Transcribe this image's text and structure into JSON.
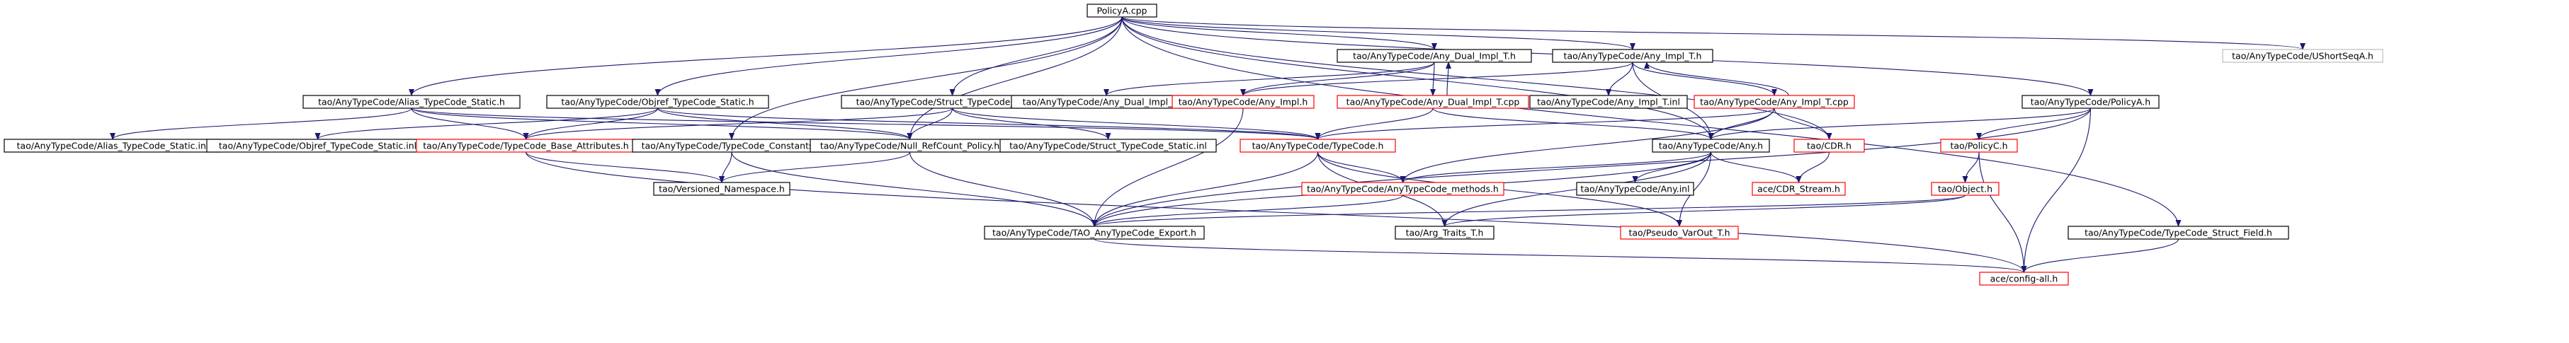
{
  "diagram": {
    "type": "include-dependency-graph",
    "colors": {
      "root_fill": "#bfbfbf",
      "root_border": "#000000",
      "normal_border": "#000000",
      "external_border": "#ff0000",
      "edge": "#191970",
      "background": "#ffffff"
    },
    "nodes": [
      {
        "id": "n0",
        "label": "PolicyA.cpp",
        "kind": "root"
      },
      {
        "id": "n1",
        "label": "tao/AnyTypeCode/Alias_TypeCode_Static.h",
        "kind": "normal"
      },
      {
        "id": "n2",
        "label": "tao/AnyTypeCode/Objref_TypeCode_Static.h",
        "kind": "normal"
      },
      {
        "id": "n3",
        "label": "tao/AnyTypeCode/Struct_TypeCode_Static.h",
        "kind": "normal"
      },
      {
        "id": "n4",
        "label": "tao/AnyTypeCode/Any_Dual_Impl_T.h",
        "kind": "normal"
      },
      {
        "id": "n5",
        "label": "tao/AnyTypeCode/Any_Impl_T.h",
        "kind": "normal"
      },
      {
        "id": "n6",
        "label": "tao/AnyTypeCode/PolicyA.h",
        "kind": "normal"
      },
      {
        "id": "n7",
        "label": "tao/AnyTypeCode/UShortSeqA.h",
        "kind": "external-gray"
      },
      {
        "id": "n8",
        "label": "tao/AnyTypeCode/Any_Dual_Impl_T.inl",
        "kind": "normal"
      },
      {
        "id": "n9",
        "label": "tao/AnyTypeCode/Any_Impl.h",
        "kind": "external"
      },
      {
        "id": "n10",
        "label": "tao/AnyTypeCode/Any_Dual_Impl_T.cpp",
        "kind": "external"
      },
      {
        "id": "n11",
        "label": "tao/AnyTypeCode/Any_Impl_T.inl",
        "kind": "normal"
      },
      {
        "id": "n12",
        "label": "tao/AnyTypeCode/Any_Impl_T.cpp",
        "kind": "external"
      },
      {
        "id": "n13",
        "label": "tao/AnyTypeCode/Alias_TypeCode_Static.inl",
        "kind": "normal"
      },
      {
        "id": "n14",
        "label": "tao/AnyTypeCode/Objref_TypeCode_Static.inl",
        "kind": "normal"
      },
      {
        "id": "n15",
        "label": "tao/AnyTypeCode/TypeCode_Base_Attributes.h",
        "kind": "external"
      },
      {
        "id": "n16",
        "label": "tao/AnyTypeCode/TypeCode_Constants.h",
        "kind": "normal"
      },
      {
        "id": "n17",
        "label": "tao/AnyTypeCode/Null_RefCount_Policy.h",
        "kind": "normal"
      },
      {
        "id": "n18",
        "label": "tao/AnyTypeCode/Struct_TypeCode_Static.inl",
        "kind": "normal"
      },
      {
        "id": "n19",
        "label": "tao/AnyTypeCode/TypeCode.h",
        "kind": "external"
      },
      {
        "id": "n20",
        "label": "tao/AnyTypeCode/Any.h",
        "kind": "normal"
      },
      {
        "id": "n21",
        "label": "tao/CDR.h",
        "kind": "external"
      },
      {
        "id": "n22",
        "label": "tao/PolicyC.h",
        "kind": "external"
      },
      {
        "id": "n23",
        "label": "tao/Versioned_Namespace.h",
        "kind": "normal"
      },
      {
        "id": "n24",
        "label": "tao/AnyTypeCode/AnyTypeCode_methods.h",
        "kind": "external"
      },
      {
        "id": "n25",
        "label": "tao/AnyTypeCode/Any.inl",
        "kind": "normal"
      },
      {
        "id": "n26",
        "label": "ace/CDR_Stream.h",
        "kind": "external"
      },
      {
        "id": "n27",
        "label": "tao/Object.h",
        "kind": "external"
      },
      {
        "id": "n28",
        "label": "tao/AnyTypeCode/TAO_AnyTypeCode_Export.h",
        "kind": "normal"
      },
      {
        "id": "n29",
        "label": "tao/Arg_Traits_T.h",
        "kind": "normal"
      },
      {
        "id": "n30",
        "label": "tao/Pseudo_VarOut_T.h",
        "kind": "external"
      },
      {
        "id": "n31",
        "label": "tao/AnyTypeCode/TypeCode_Struct_Field.h",
        "kind": "normal"
      },
      {
        "id": "n32",
        "label": "ace/config-all.h",
        "kind": "external"
      }
    ],
    "edges": [
      [
        "n0",
        "n1"
      ],
      [
        "n0",
        "n2"
      ],
      [
        "n0",
        "n3"
      ],
      [
        "n0",
        "n4"
      ],
      [
        "n0",
        "n5"
      ],
      [
        "n0",
        "n6"
      ],
      [
        "n0",
        "n7"
      ],
      [
        "n0",
        "n16"
      ],
      [
        "n0",
        "n17"
      ],
      [
        "n0",
        "n20"
      ],
      [
        "n0",
        "n21"
      ],
      [
        "n0",
        "n31"
      ],
      [
        "n1",
        "n13"
      ],
      [
        "n1",
        "n15"
      ],
      [
        "n1",
        "n17"
      ],
      [
        "n1",
        "n19"
      ],
      [
        "n2",
        "n14"
      ],
      [
        "n2",
        "n15"
      ],
      [
        "n2",
        "n17"
      ],
      [
        "n2",
        "n19"
      ],
      [
        "n3",
        "n15"
      ],
      [
        "n3",
        "n17"
      ],
      [
        "n3",
        "n18"
      ],
      [
        "n3",
        "n19"
      ],
      [
        "n4",
        "n8"
      ],
      [
        "n4",
        "n9"
      ],
      [
        "n4",
        "n10"
      ],
      [
        "n5",
        "n9"
      ],
      [
        "n5",
        "n11"
      ],
      [
        "n5",
        "n12"
      ],
      [
        "n5",
        "n20"
      ],
      [
        "n6",
        "n20"
      ],
      [
        "n6",
        "n22"
      ],
      [
        "n6",
        "n28"
      ],
      [
        "n6",
        "n32"
      ],
      [
        "n9",
        "n28"
      ],
      [
        "n10",
        "n4"
      ],
      [
        "n10",
        "n19"
      ],
      [
        "n10",
        "n20"
      ],
      [
        "n12",
        "n5"
      ],
      [
        "n12",
        "n19"
      ],
      [
        "n12",
        "n20"
      ],
      [
        "n12",
        "n21"
      ],
      [
        "n12",
        "n24"
      ],
      [
        "n15",
        "n23"
      ],
      [
        "n15",
        "n32"
      ],
      [
        "n16",
        "n23"
      ],
      [
        "n16",
        "n28"
      ],
      [
        "n17",
        "n23"
      ],
      [
        "n17",
        "n28"
      ],
      [
        "n19",
        "n24"
      ],
      [
        "n19",
        "n28"
      ],
      [
        "n19",
        "n29"
      ],
      [
        "n19",
        "n30"
      ],
      [
        "n20",
        "n24"
      ],
      [
        "n20",
        "n25"
      ],
      [
        "n20",
        "n26"
      ],
      [
        "n20",
        "n28"
      ],
      [
        "n20",
        "n29"
      ],
      [
        "n20",
        "n30"
      ],
      [
        "n21",
        "n26"
      ],
      [
        "n22",
        "n27"
      ],
      [
        "n22",
        "n32"
      ],
      [
        "n24",
        "n28"
      ],
      [
        "n27",
        "n28"
      ],
      [
        "n27",
        "n29"
      ],
      [
        "n28",
        "n32"
      ],
      [
        "n31",
        "n32"
      ]
    ]
  }
}
